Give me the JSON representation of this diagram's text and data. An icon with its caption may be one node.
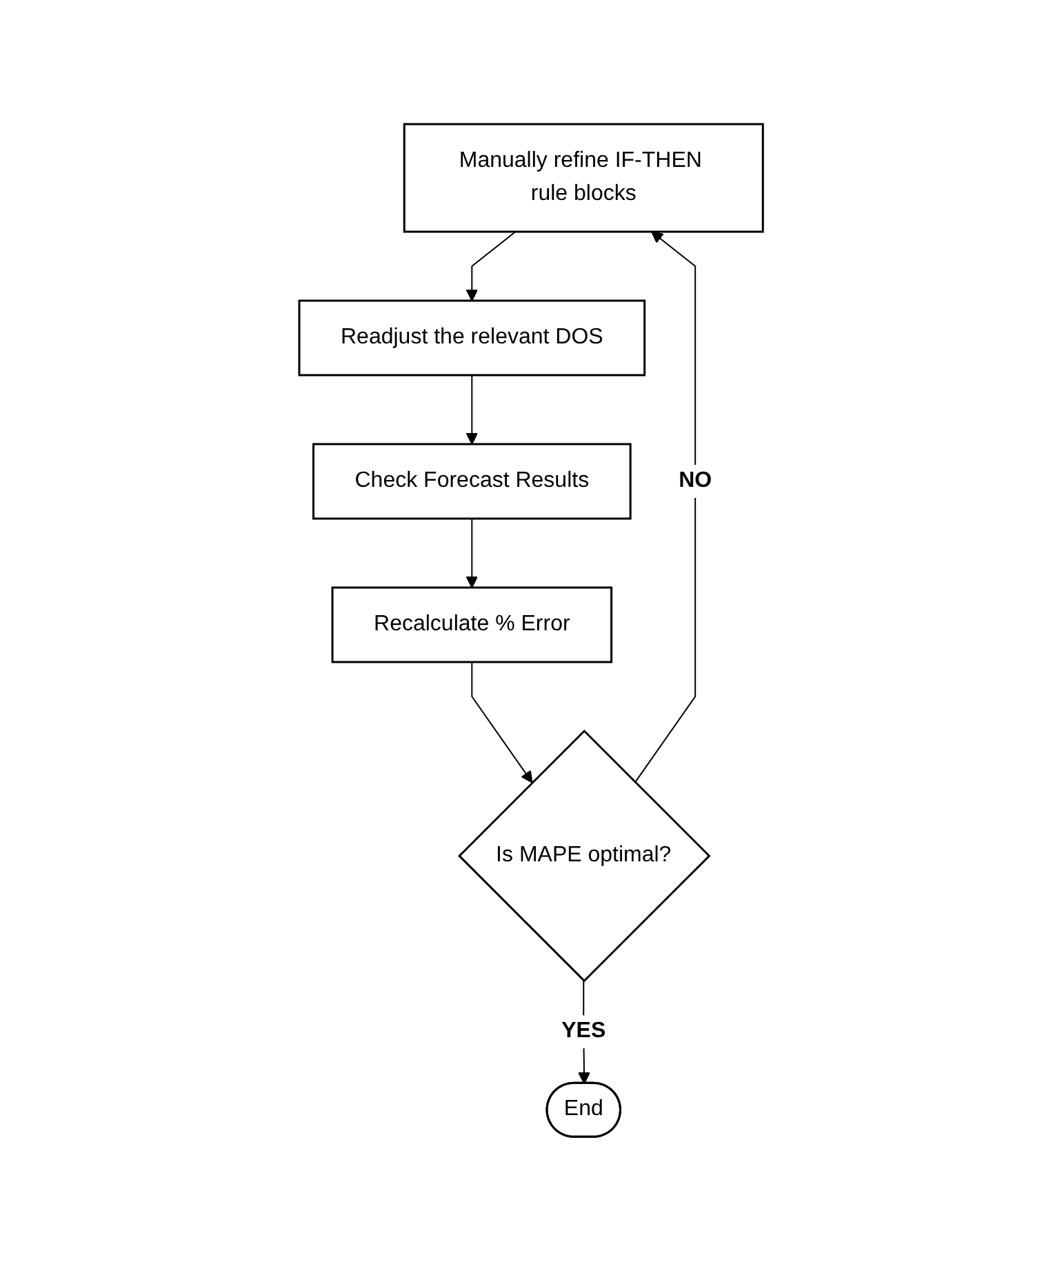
{
  "diagram": {
    "nodes": [
      {
        "text": [
          "Manually refine IF-THEN rule blocks"
        ]
      },
      {
        "text": [
          "Readjust the relevant DOS"
        ]
      },
      {
        "text": [
          "Check Forecast Results"
        ]
      },
      {
        "text": [
          "Recalculate % Error"
        ]
      },
      {
        "text": [
          "Is MAPE optimal?"
        ]
      },
      {
        "text": [
          "End"
        ]
      }
    ],
    "edges": [
      {
        "from": 0,
        "to": 1,
        "arrow": "to"
      },
      {
        "from": 1,
        "to": 2,
        "arrow": "to"
      },
      {
        "from": 2,
        "to": 3,
        "arrow": "to"
      },
      {
        "from": 3,
        "to": 4,
        "arrow": "to"
      },
      {
        "from": 4,
        "to": 0,
        "arrow": "to",
        "label": "NO"
      },
      {
        "from": 4,
        "to": 5,
        "arrow": "to",
        "label": "YES"
      }
    ]
  }
}
